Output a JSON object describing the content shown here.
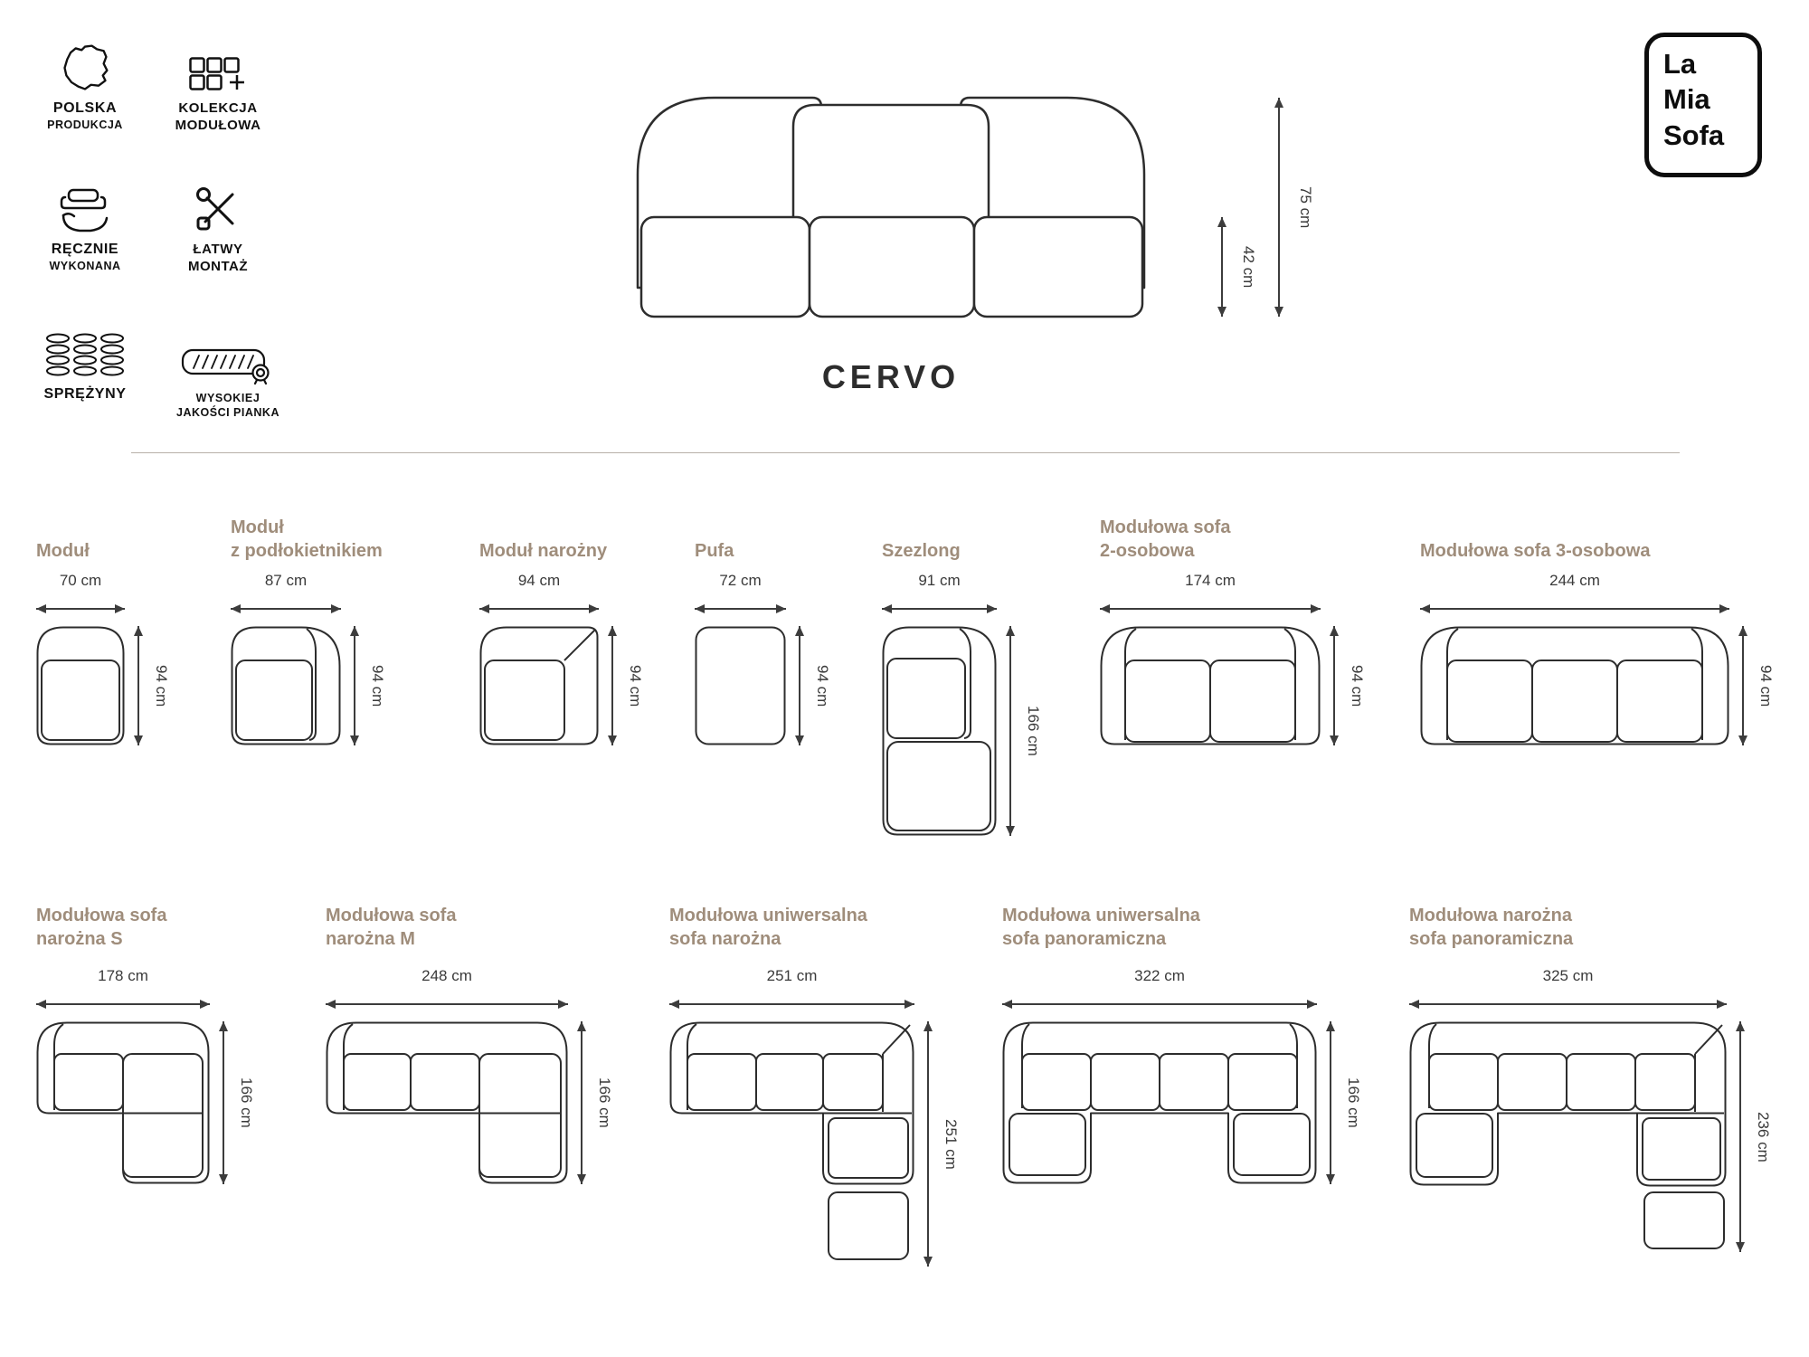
{
  "badges": [
    {
      "icon": "poland-map-icon",
      "line1": "POLSKA",
      "line2": "PRODUKCJA"
    },
    {
      "icon": "modular-collection-icon",
      "line1": "KOLEKCJA",
      "line2": "MODUŁOWA"
    },
    {
      "icon": "handmade-icon",
      "line1": "RĘCZNIE",
      "line2": "WYKONANA"
    },
    {
      "icon": "easy-assembly-icon",
      "line1": "ŁATWY",
      "line2": "MONTAŻ"
    },
    {
      "icon": "springs-icon",
      "line1": "SPRĘŻYNY",
      "line2": ""
    },
    {
      "icon": "foam-icon",
      "line1": "WYSOKIEJ",
      "line2": "JAKOŚCI PIANKA"
    }
  ],
  "logo": {
    "line1": "La",
    "line2": "Mia",
    "line3": "Sofa"
  },
  "hero": {
    "title": "CERVO",
    "total_height": "75 cm",
    "seat_height": "42 cm"
  },
  "modules": [
    {
      "name": "Moduł",
      "name2": "",
      "width": "70 cm",
      "height": "94 cm"
    },
    {
      "name": "Moduł",
      "name2": "z podłokietnikiem",
      "width": "87 cm",
      "height": "94 cm"
    },
    {
      "name": "Moduł narożny",
      "name2": "",
      "width": "94 cm",
      "height": "94 cm"
    },
    {
      "name": "Pufa",
      "name2": "",
      "width": "72 cm",
      "height": "94 cm"
    },
    {
      "name": "Szezlong",
      "name2": "",
      "width": "91 cm",
      "height": "166 cm"
    },
    {
      "name": "Modułowa sofa",
      "name2": "2-osobowa",
      "width": "174 cm",
      "height": "94 cm"
    },
    {
      "name": "Modułowa sofa 3-osobowa",
      "name2": "",
      "width": "244 cm",
      "height": "94 cm"
    },
    {
      "name": "Modułowa sofa",
      "name2": "narożna S",
      "width": "178 cm",
      "height": "166 cm"
    },
    {
      "name": "Modułowa sofa",
      "name2": "narożna M",
      "width": "248 cm",
      "height": "166 cm"
    },
    {
      "name": "Modułowa uniwersalna",
      "name2": "sofa narożna",
      "width": "251 cm",
      "height": "251 cm"
    },
    {
      "name": "Modułowa uniwersalna",
      "name2": "sofa panoramiczna",
      "width": "322 cm",
      "height": "166 cm"
    },
    {
      "name": "Modułowa narożna",
      "name2": "sofa panoramiczna",
      "width": "325 cm",
      "height": "236 cm"
    }
  ]
}
